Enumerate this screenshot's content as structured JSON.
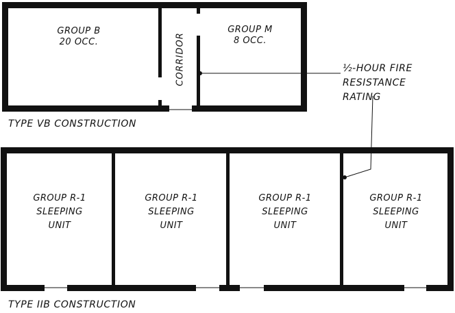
{
  "top_building": {
    "caption": "Type VB Construction",
    "rooms": [
      {
        "line1": "Group B",
        "line2": "20 occ."
      },
      {
        "line1": "Group M",
        "line2": "8 occ."
      }
    ],
    "corridor_label": "Corridor"
  },
  "annotation": {
    "line1": "½-Hour Fire",
    "line2": "Resistance",
    "line3": "Rating"
  },
  "bottom_building": {
    "caption": "Type IIB Construction",
    "units": [
      {
        "line1": "Group R-1",
        "line2": "Sleeping",
        "line3": "Unit"
      },
      {
        "line1": "Group R-1",
        "line2": "Sleeping",
        "line3": "Unit"
      },
      {
        "line1": "Group R-1",
        "line2": "Sleeping",
        "line3": "Unit"
      },
      {
        "line1": "Group R-1",
        "line2": "Sleeping",
        "line3": "Unit"
      }
    ]
  }
}
